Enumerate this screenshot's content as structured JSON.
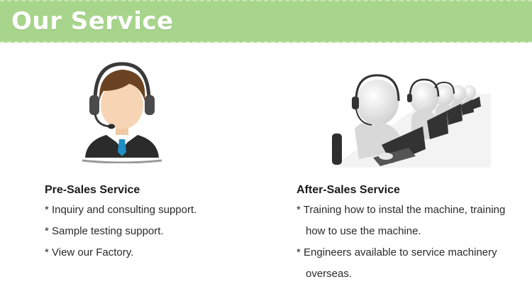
{
  "banner": {
    "title": "Our Service"
  },
  "icons": {
    "left": "operator-headset-icon",
    "right": "call-center-team-icon"
  },
  "colors": {
    "banner": "#a8d58c",
    "tie": "#1f8fc5"
  },
  "pre_sales": {
    "title": "Pre-Sales Service",
    "items": [
      "* Inquiry and consulting support.",
      "* Sample testing support.",
      "* View our Factory."
    ]
  },
  "after_sales": {
    "title": "After-Sales Service",
    "items": [
      "* Training how to instal the machine, training",
      "how to use the machine.",
      "* Engineers available to service machinery",
      "overseas."
    ]
  }
}
